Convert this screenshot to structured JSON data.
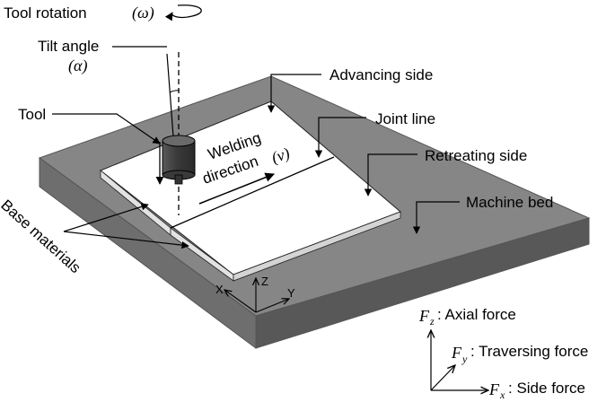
{
  "labels": {
    "tool_rotation": "Tool rotation",
    "tool_rotation_symbol": "(ω)",
    "tilt_angle": "Tilt angle",
    "tilt_angle_symbol": "(α)",
    "tool": "Tool",
    "advancing_side": "Advancing side",
    "joint_line": "Joint line",
    "retreating_side": "Retreating side",
    "welding_direction_line1": "Welding",
    "welding_direction_line2": "direction",
    "welding_direction_symbol": "(v)",
    "machine_bed": "Machine bed",
    "base_materials": "Base materials"
  },
  "coord_axes": {
    "x": "X",
    "y": "Y",
    "z": "Z"
  },
  "forces": [
    {
      "symbol": "F",
      "subscript": "z",
      "description": ": Axial force"
    },
    {
      "symbol": "F",
      "subscript": "y",
      "description": ": Traversing force"
    },
    {
      "symbol": "F",
      "subscript": "x",
      "description": ": Side force"
    }
  ],
  "colors": {
    "bed_top": "#868686",
    "bed_front": "#6e6e6e",
    "bed_side": "#585858",
    "plate_top": "#ffffff",
    "plate_edge": "#e2e2e2",
    "tool_body": "#4a4a4a",
    "line": "#000000"
  }
}
